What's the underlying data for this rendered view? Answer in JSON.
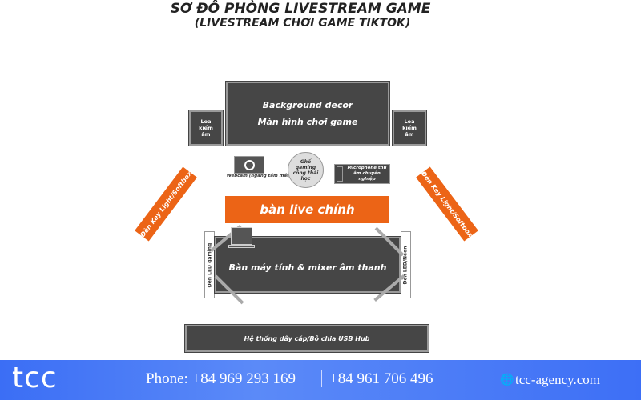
{
  "title": {
    "line1": "SƠ ĐỒ PHÒNG LIVESTREAM GAME",
    "line2": "(LIVESTREAM CHƠI GAME TIKTOK)"
  },
  "diagram": {
    "screen": {
      "line1": "Background decor",
      "line2": "Màn hình chơi game"
    },
    "speaker_left": "Loa kiểm âm",
    "speaker_right": "Loa kiểm âm",
    "webcam": "Webcam (ngang tầm mắt)",
    "chair": "Ghế gaming công thái học",
    "microphone": "Microphone thu âm chuyên nghiệp",
    "key_light_left": "Đèn Key Light/Softbox",
    "key_light_right": "Đèn Key Light/Softbox",
    "main_desk": "bàn live chính",
    "computer_desk": "Bàn máy tính & mixer âm thanh",
    "led_left": "Đèn LED gaming",
    "led_right": "Đèn LED/Neon",
    "cable_hub": "Hệ thống dây cáp/Bộ chia USB Hub"
  },
  "footer": {
    "logo": "tcc",
    "phone1": "Phone: +84 969 293 169",
    "phone2": "+84 961 706 496",
    "website": "tcc-agency.com"
  },
  "colors": {
    "accent": "#ec6416",
    "dark": "#464646",
    "footer": "#3b6ef5"
  }
}
